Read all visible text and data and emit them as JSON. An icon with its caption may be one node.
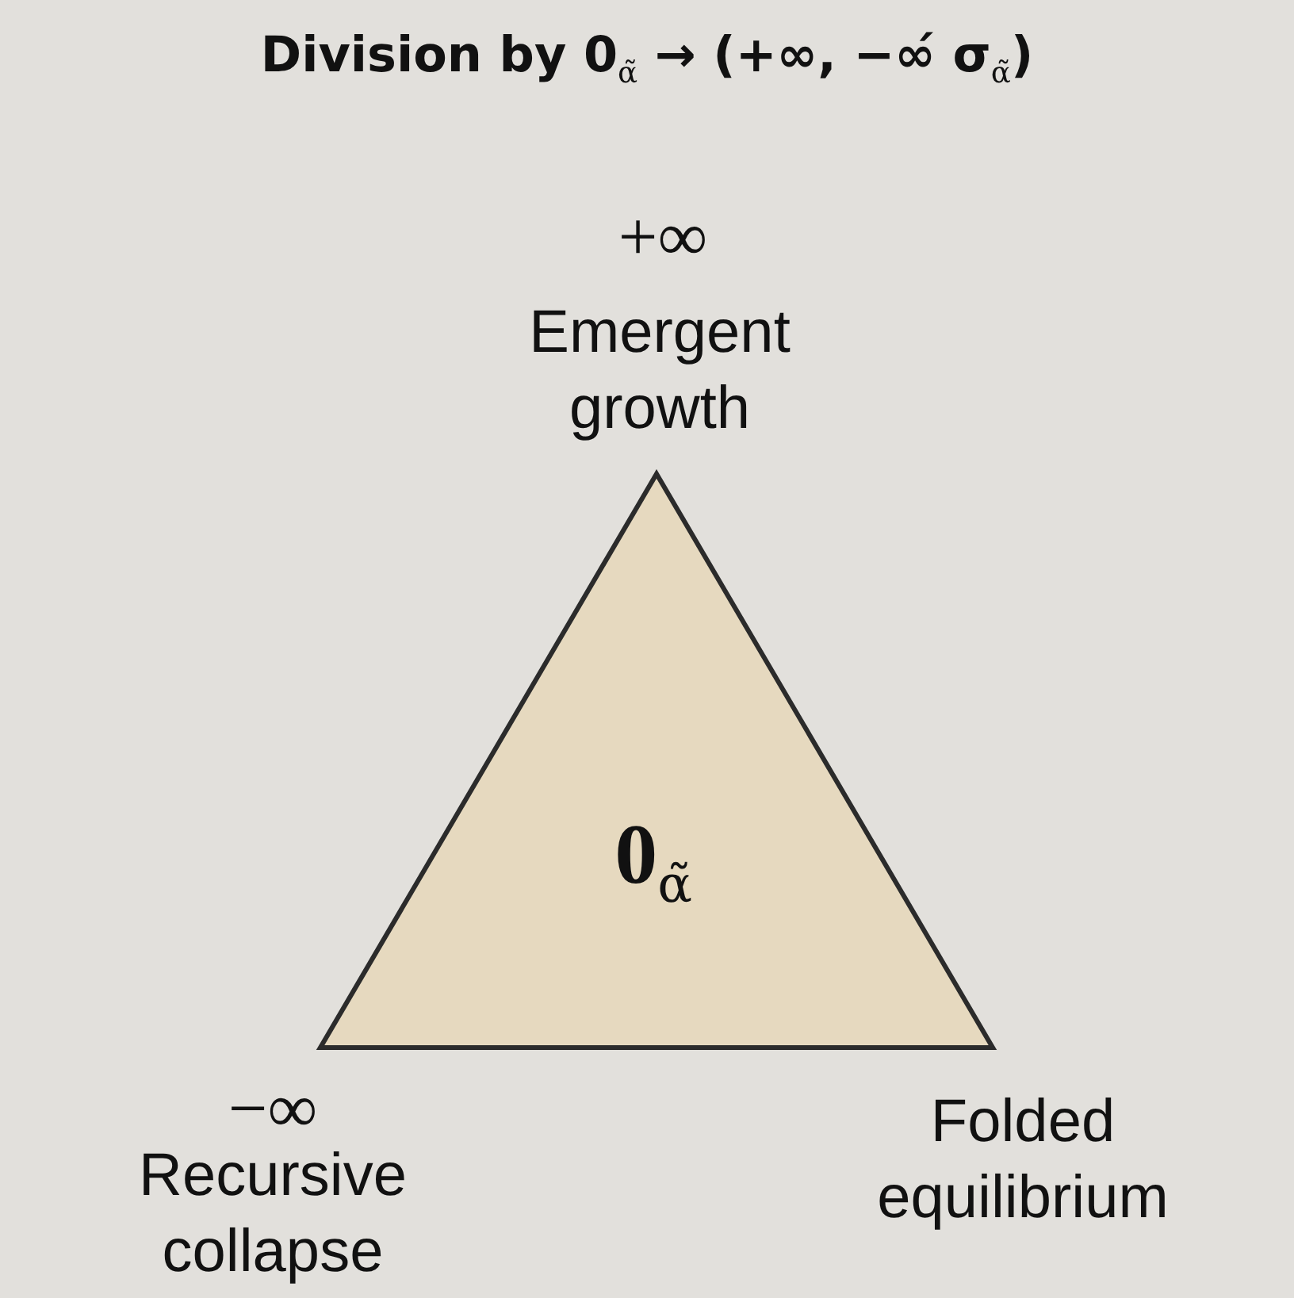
{
  "diagram": {
    "title": "Division by 0$_{α̃}$ → (+∞, −∞́ σ$_{α̃}$)",
    "nodes": [
      {
        "text": [
          "0$_{α̃}$"
        ],
        "beside": [
          "+∞",
          "Emergent growth",
          "−∞",
          "Recursive collapse",
          "Folded equilibrium"
        ]
      }
    ],
    "edges": []
  }
}
